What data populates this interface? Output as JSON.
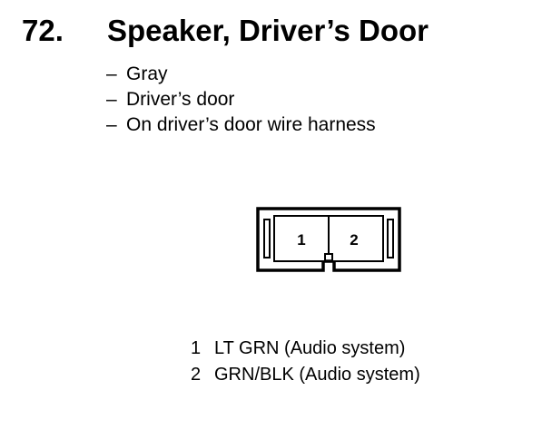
{
  "section": {
    "number": "72.",
    "title": "Speaker, Driver’s Door"
  },
  "details": [
    {
      "dash": "–",
      "text": "Gray"
    },
    {
      "dash": "–",
      "text": "Driver’s door"
    },
    {
      "dash": "–",
      "text": "On driver’s door wire harness"
    }
  ],
  "connector": {
    "terminals": [
      "1",
      "2"
    ]
  },
  "pins": [
    {
      "number": "1",
      "description": "LT GRN (Audio system)"
    },
    {
      "number": "2",
      "description": "GRN/BLK (Audio system)"
    }
  ]
}
